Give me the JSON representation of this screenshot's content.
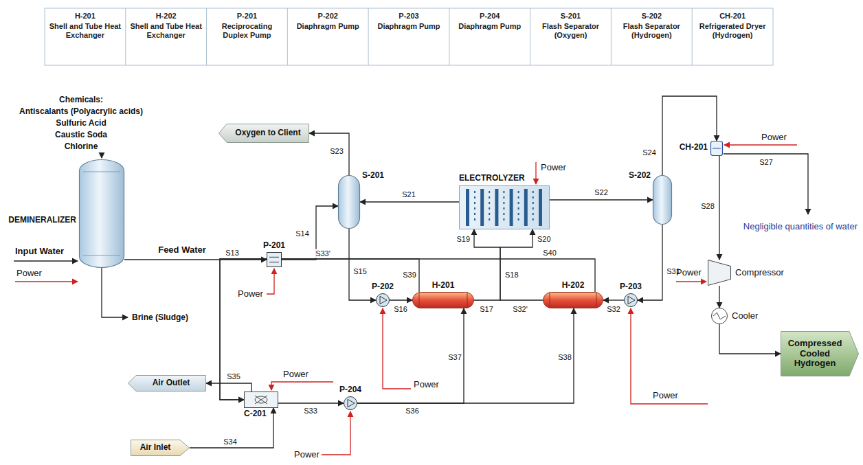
{
  "diagram": {
    "nodes": [
      {
        "text": [
          "DEMINERALIZER"
        ]
      },
      {
        "text": [
          "Oxygen to Client"
        ]
      },
      {
        "text": [
          "P-201"
        ]
      },
      {
        "text": [
          "S-201"
        ]
      },
      {
        "text": [
          "ELECTROLYZER"
        ]
      },
      {
        "text": [
          "S-202"
        ]
      },
      {
        "text": [
          "CH-201"
        ]
      },
      {
        "text": [
          "Compressor"
        ]
      },
      {
        "text": [
          "Cooler"
        ]
      },
      {
        "text": [
          "Compressed Cooled Hydrogen"
        ]
      },
      {
        "text": [
          "P-202"
        ]
      },
      {
        "text": [
          "H-201"
        ]
      },
      {
        "text": [
          "H-202"
        ]
      },
      {
        "text": [
          "P-203"
        ]
      },
      {
        "text": [
          "Air Outlet"
        ]
      },
      {
        "text": [
          "C-201"
        ]
      },
      {
        "text": [
          "P-204"
        ]
      },
      {
        "text": [
          "Air Inlet"
        ]
      }
    ],
    "edges": [
      {
        "from": 0,
        "to": 2,
        "arrow": "to",
        "label": "S13"
      },
      {
        "from": 2,
        "to": 3,
        "arrow": "to",
        "label": "S14"
      },
      {
        "from": 4,
        "to": 3,
        "arrow": "to",
        "label": "S21"
      },
      {
        "from": 3,
        "to": 1,
        "arrow": "to",
        "label": "S23"
      },
      {
        "from": 4,
        "to": 5,
        "arrow": "to",
        "label": "S22"
      },
      {
        "from": 5,
        "to": 6,
        "arrow": "to",
        "label": "S24"
      },
      {
        "from": 3,
        "to": 10,
        "arrow": "to",
        "label": "S15"
      },
      {
        "from": 10,
        "to": 11,
        "arrow": "to",
        "label": "S16"
      },
      {
        "from": 11,
        "to": 4,
        "arrow": "to",
        "label": "S17"
      },
      {
        "from": 12,
        "to": 4,
        "arrow": "to",
        "label": "S32'"
      },
      {
        "from": 5,
        "to": 13,
        "arrow": "to",
        "label": "S31"
      },
      {
        "from": 13,
        "to": 12,
        "arrow": "to",
        "label": "S32"
      },
      {
        "from": 6,
        "to": 7,
        "arrow": "to",
        "label": "S28"
      },
      {
        "from": 7,
        "to": 8,
        "arrow": "to"
      },
      {
        "from": 8,
        "to": 9,
        "arrow": "to"
      },
      {
        "from": 15,
        "to": 16,
        "arrow": "to",
        "label": "S33"
      },
      {
        "from": 16,
        "to": 11,
        "arrow": "to",
        "label": "S37"
      },
      {
        "from": 16,
        "to": 12,
        "arrow": "to",
        "label": "S38"
      },
      {
        "from": 11,
        "to": 15,
        "arrow": "to",
        "label": "S39"
      },
      {
        "from": 12,
        "to": 15,
        "arrow": "to",
        "label": "S40"
      },
      {
        "from": 17,
        "to": 15,
        "arrow": "to",
        "label": "S34"
      },
      {
        "from": 15,
        "to": 14,
        "arrow": "to",
        "label": "S35"
      }
    ],
    "labels": [
      "H-201",
      "Shell and Tube Heat Exchanger",
      "H-202",
      "Shell and Tube Heat Exchanger",
      "P-201",
      "Reciprocating Duplex Pump",
      "P-202",
      "Diaphragm Pump",
      "P-203",
      "Diaphragm Pump",
      "P-204",
      "Diaphragm Pump",
      "S-201",
      "Flash Separator (Oxygen)",
      "S-202",
      "Flash Separator (Hydrogen)",
      "CH-201",
      "Refrigerated Dryer (Hydrogen)",
      "Chemicals:",
      "Antiscalants (Polyacrylic acids)",
      "Sulfuric Acid",
      "Caustic Soda",
      "Chlorine",
      "Input Water",
      "Feed Water",
      "Brine (Sludge)",
      "Negligible quantities of water",
      "Power",
      "Power",
      "Power",
      "Power",
      "Power",
      "Power",
      "Power",
      "Power",
      "Power",
      "S18",
      "S19",
      "S20",
      "S27",
      "S33'",
      "S36"
    ]
  }
}
